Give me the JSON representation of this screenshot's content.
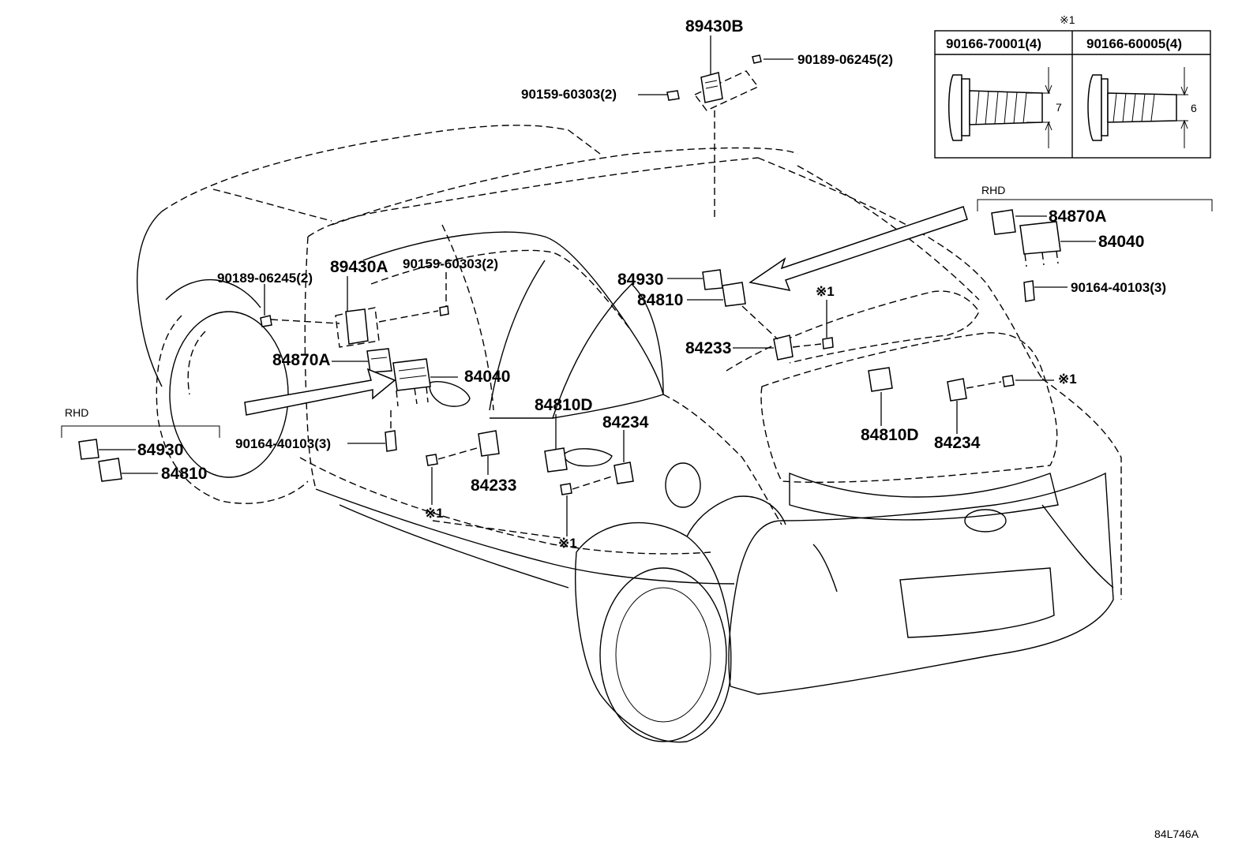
{
  "labels": {
    "p89430B": "89430B",
    "p89430A": "89430A",
    "screw_top_right": "90189-06245(2)",
    "screw_top_left": "90159-60303(2)",
    "screw_left_upper": "90189-06245(2)",
    "screw_mid_upper": "90159-60303(2)",
    "p84870A_left": "84870A",
    "p84040_left": "84040",
    "bolt_left": "90164-40103(3)",
    "p84930_center": "84930",
    "p84810_center": "84810",
    "p84233_upper": "84233",
    "p84810D_door": "84810D",
    "p84234_door": "84234",
    "p84233_lower": "84233",
    "p84810D_rear": "84810D",
    "p84234_rear": "84234",
    "note_mark_1": "※1",
    "note_mark_2": "※1",
    "note_mark_3": "※1",
    "note_mark_4": "※1"
  },
  "rhd_left": {
    "heading": "RHD",
    "p84930": "84930",
    "p84810": "84810"
  },
  "rhd_right": {
    "heading": "RHD",
    "p84870A": "84870A",
    "p84040": "84040",
    "bolt": "90164-40103(3)"
  },
  "inset": {
    "note": "※1",
    "col1_header": "90166-70001(4)",
    "col2_header": "90166-60005(4)",
    "col1_dim": "7",
    "col2_dim": "6"
  },
  "diagram_code": "84L746A"
}
